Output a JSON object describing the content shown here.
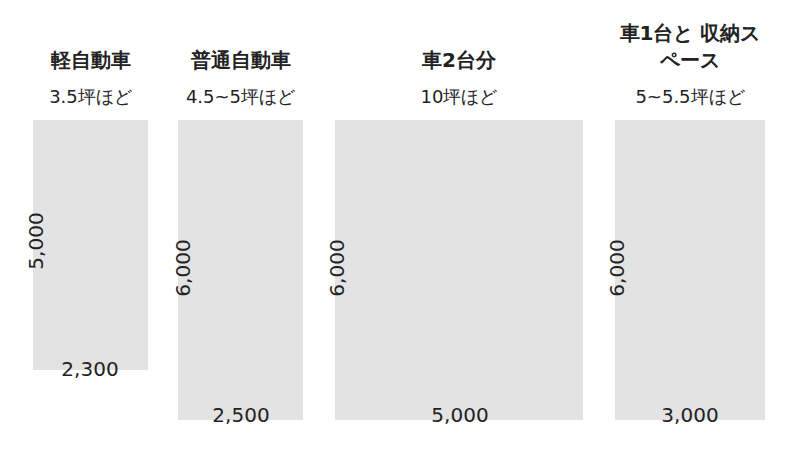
{
  "diagram": {
    "nodes": [
      {
        "text": [
          "軽自動車",
          "3.5坪ほど"
        ]
      },
      {
        "text": [
          "普通自動車",
          "4.5~5坪ほど"
        ]
      },
      {
        "text": [
          "車2台分",
          "10坪ほど"
        ]
      },
      {
        "text": [
          "車1台と 収納スペース",
          "5~5.5坪ほど"
        ]
      }
    ],
    "labels": [
      "5,000",
      "2,300",
      "6,000",
      "2,500",
      "6,000",
      "5,000",
      "6,000",
      "3,000"
    ]
  }
}
